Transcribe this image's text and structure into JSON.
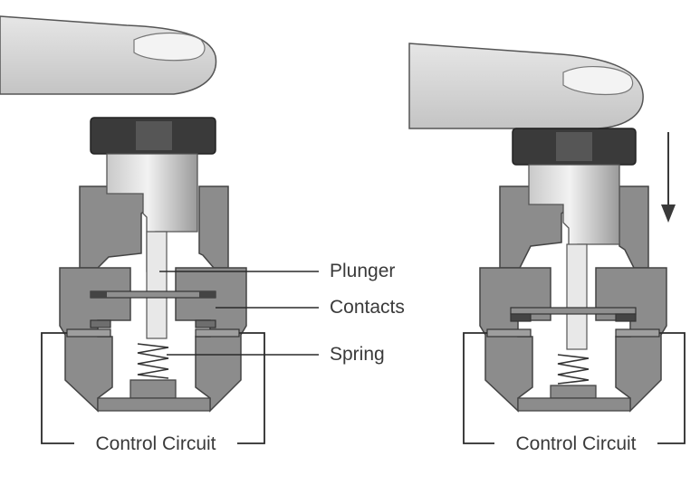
{
  "labels": {
    "plunger": "Plunger",
    "contacts": "Contacts",
    "spring": "Spring"
  },
  "circuits": {
    "left": "Control Circuit",
    "right": "Control Circuit"
  },
  "colors": {
    "housing": "#8e8e8e",
    "housing_dark": "#5e5e5e",
    "cap": "#3c3c3c",
    "plunger": "#bdbdbd",
    "finger": "#d9d9d9",
    "line": "#2a2a2a"
  },
  "icons": {
    "press_direction": "down-arrow-icon"
  }
}
